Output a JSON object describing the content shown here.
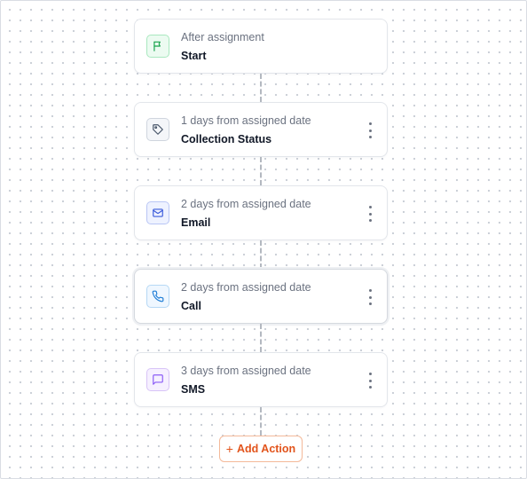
{
  "workflow": {
    "steps": [
      {
        "subtitle": "After assignment",
        "title": "Start",
        "icon": "flag-icon",
        "has_menu": false
      },
      {
        "subtitle": "1 days from assigned date",
        "title": "Collection Status",
        "icon": "tag-icon",
        "has_menu": true
      },
      {
        "subtitle": "2 days from assigned date",
        "title": "Email",
        "icon": "mail-icon",
        "has_menu": true
      },
      {
        "subtitle": "2 days from assigned date",
        "title": "Call",
        "icon": "phone-icon",
        "has_menu": true,
        "selected": true
      },
      {
        "subtitle": "3 days from assigned date",
        "title": "SMS",
        "icon": "message-square-icon",
        "has_menu": true
      }
    ],
    "add_action": {
      "icon": "+",
      "label": "Add Action"
    }
  },
  "colors": {
    "accent": "#e2541c",
    "start_icon": "#16a34a",
    "email_icon": "#3b5bdb",
    "call_icon": "#1d7cd6",
    "sms_icon": "#8b5cf6"
  }
}
